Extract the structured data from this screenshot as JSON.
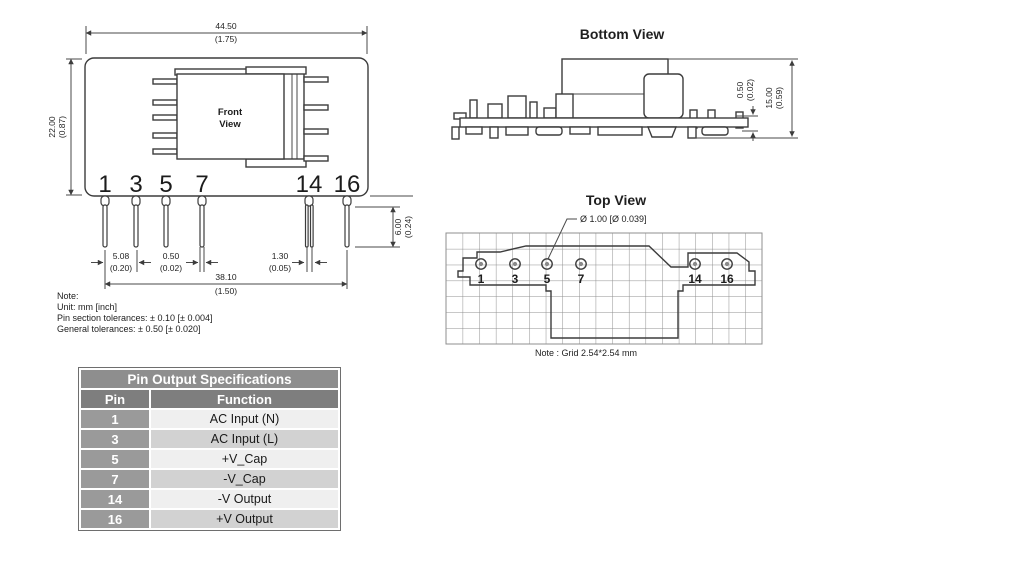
{
  "front_view": {
    "label_line1": "Front",
    "label_line2": "View",
    "pins": [
      "1",
      "3",
      "5",
      "7",
      "14",
      "16"
    ],
    "dims": {
      "width_mm": "44.50",
      "width_in": "(1.75)",
      "height_mm": "22.00",
      "height_in": "(0.87)",
      "pitch_mm": "5.08",
      "pitch_in": "(0.20)",
      "pin_width_mm": "0.50",
      "pin_width_in": "(0.02)",
      "pin_gap_mm": "1.30",
      "pin_gap_in": "(0.05)",
      "span_mm": "38.10",
      "span_in": "(1.50)",
      "pin_length_mm": "6.00",
      "pin_length_in": "(0.24)"
    }
  },
  "notes": {
    "title": "Note:",
    "lines": [
      "Unit: mm [inch]",
      "Pin section tolerances: ± 0.10 [± 0.004]",
      "General tolerances: ± 0.50 [± 0.020]"
    ]
  },
  "bottom_view": {
    "title": "Bottom View",
    "dims": {
      "standoff_mm": "0.50",
      "standoff_in": "(0.02)",
      "height_mm": "15.00",
      "height_in": "(0.59)"
    }
  },
  "top_view": {
    "title": "Top View",
    "hole_callout": "Ø 1.00 [Ø 0.039]",
    "grid_note": "Note : Grid 2.54*2.54 mm",
    "pins": [
      "1",
      "3",
      "5",
      "7",
      "14",
      "16"
    ]
  },
  "pin_table": {
    "title": "Pin Output Specifications",
    "columns": [
      "Pin",
      "Function"
    ],
    "rows": [
      {
        "pin": "1",
        "function": "AC Input (N)"
      },
      {
        "pin": "3",
        "function": "AC Input (L)"
      },
      {
        "pin": "5",
        "function": "+V_Cap"
      },
      {
        "pin": "7",
        "function": "-V_Cap"
      },
      {
        "pin": "14",
        "function": "-V Output"
      },
      {
        "pin": "16",
        "function": "+V Output"
      }
    ]
  },
  "colors": {
    "line": "#3c3c3c",
    "table_title_bg": "#8e8e8e",
    "table_header_bg": "#7e7e7e",
    "pin_cell_bg": "#9a9a9a",
    "row_light_bg": "#efefef",
    "row_dark_bg": "#d2d2d2"
  }
}
